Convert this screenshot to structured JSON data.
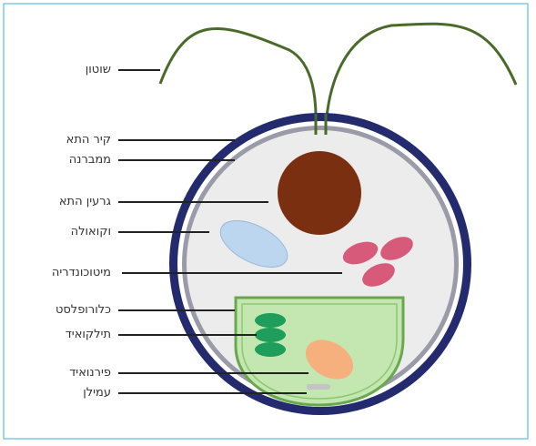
{
  "diagram": {
    "labels": {
      "flagellum": "שוטון",
      "cell_wall": "קיר התא",
      "membrane": "ממברנה",
      "nucleus": "גרעין התא",
      "vacuole": "וקואולה",
      "mitochondria": "מיטוכונדריה",
      "chloroplast": "כלורופלסט",
      "thylakoid": "תילקואיד",
      "pyrenoid": "פירנואיד",
      "eyespot": "עמילן"
    },
    "colors": {
      "frame_border": "#7ec8e8",
      "cell_wall": "#232a6e",
      "membrane": "#9a9aa8",
      "cytoplasm": "#ececec",
      "flagellum": "#4a6a2a",
      "nucleus": "#7a3010",
      "vacuole": "#bcd6f0",
      "mitochondria": "#d85a7a",
      "chloroplast": "#c4e6b0",
      "chloroplast_border": "#6aa84f",
      "thylakoid": "#1e9e5a",
      "pyrenoid": "#f5b07e",
      "eyespot": "#c4c4c4",
      "leader_line": "#222222"
    }
  }
}
